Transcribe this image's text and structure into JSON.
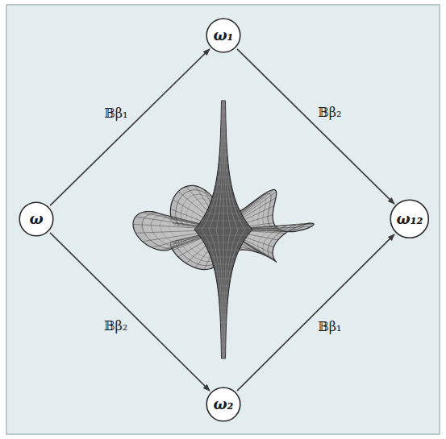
{
  "diagram": {
    "nodes": [
      {
        "text": [
          "ω"
        ]
      },
      {
        "text": [
          "ω₁"
        ]
      },
      {
        "text": [
          "ω₁₂"
        ]
      },
      {
        "text": [
          "ω₂"
        ]
      }
    ],
    "edges": [
      {
        "from": 0,
        "to": 1,
        "arrow": "to",
        "label": "𝔹β₁"
      },
      {
        "from": 1,
        "to": 2,
        "arrow": "to",
        "label": "𝔹β₂"
      },
      {
        "from": 0,
        "to": 3,
        "arrow": "to",
        "label": "𝔹β₂"
      },
      {
        "from": 3,
        "to": 2,
        "arrow": "to",
        "label": "𝔹β₁"
      }
    ]
  }
}
